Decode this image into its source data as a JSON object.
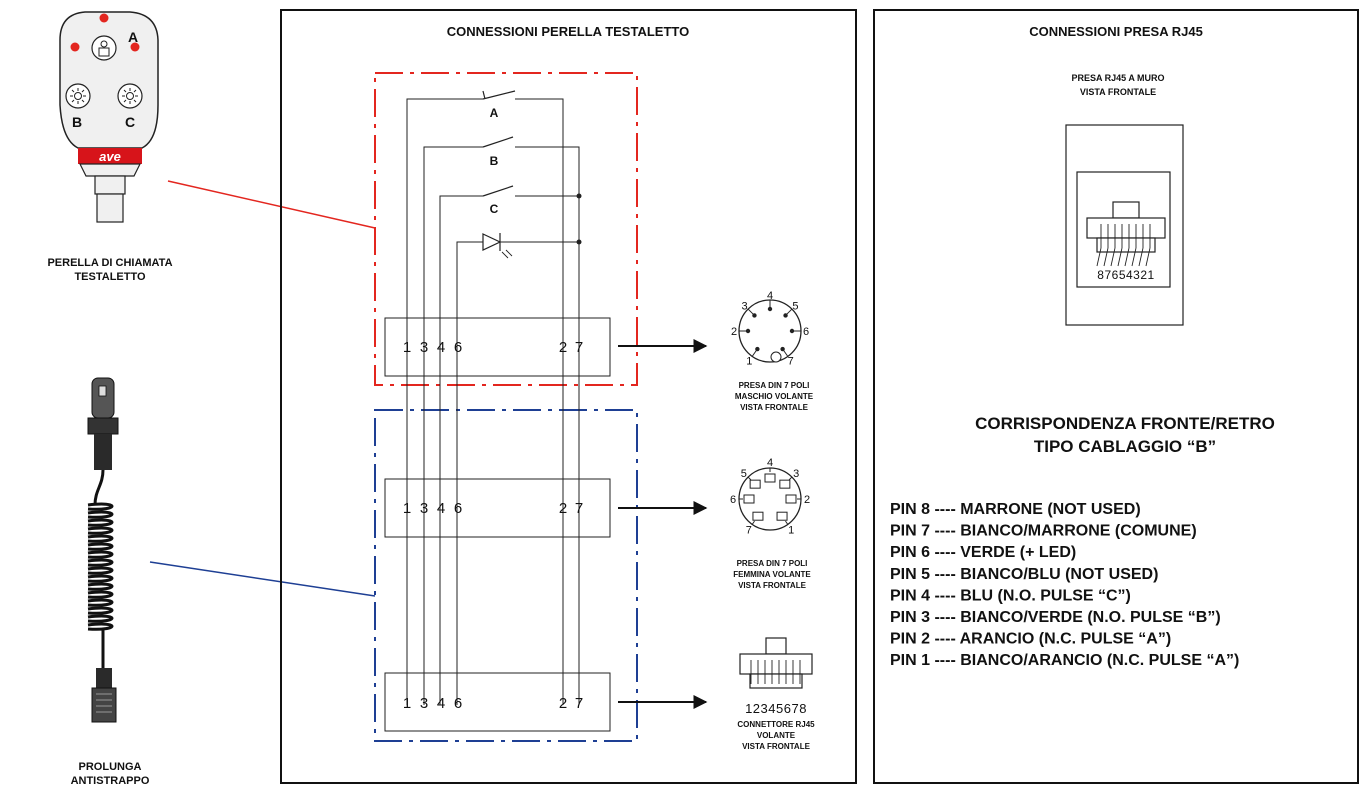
{
  "colors": {
    "red": "#e3261f",
    "blue": "#1e3f94",
    "line": "#222222",
    "ave_red": "#d7141a"
  },
  "icons": [
    "bed-light-icon",
    "sun-icon",
    "led-diode-icon",
    "din-plug-icon",
    "rj45-connector-icon"
  ],
  "left": {
    "pushbutton": {
      "btn_a": "A",
      "btn_b": "B",
      "btn_c": "C",
      "brand": "ave"
    },
    "pushbutton_caption": [
      "PERELLA DI CHIAMATA",
      "TESTALETTO"
    ],
    "cable_caption": [
      "PROLUNGA",
      "ANTISTRAPPO"
    ]
  },
  "middle": {
    "title": "CONNESSIONI PERELLA TESTALETTO",
    "switches": [
      "A",
      "B",
      "C"
    ],
    "terminals_left": [
      "1",
      "3",
      "4",
      "6"
    ],
    "terminals_right": [
      "2",
      "7"
    ],
    "din_male": {
      "pins": [
        "1",
        "2",
        "3",
        "4",
        "5",
        "6",
        "7"
      ],
      "caption": [
        "PRESA DIN 7 POLI",
        "MASCHIO VOLANTE",
        "VISTA FRONTALE"
      ]
    },
    "din_female": {
      "pins": [
        "1",
        "2",
        "3",
        "4",
        "5",
        "6",
        "7"
      ],
      "caption": [
        "PRESA DIN 7 POLI",
        "FEMMINA VOLANTE",
        "VISTA FRONTALE"
      ]
    },
    "rj45_plug": {
      "pins": "12345678",
      "caption": [
        "CONNETTORE RJ45",
        "VOLANTE",
        "VISTA FRONTALE"
      ]
    }
  },
  "right": {
    "title": "CONNESSIONI PRESA RJ45",
    "socket_caption": [
      "PRESA RJ45 A MURO",
      "VISTA FRONTALE"
    ],
    "socket_pins": "87654321",
    "corr_title": [
      "CORRISPONDENZA FRONTE/RETRO",
      "TIPO CABLAGGIO “B”"
    ],
    "pins": [
      "PIN 8 ---- MARRONE (NOT USED)",
      "PIN 7 ---- BIANCO/MARRONE (COMUNE)",
      "PIN 6 ---- VERDE (+ LED)",
      "PIN 5 ---- BIANCO/BLU (NOT USED)",
      "PIN 4 ---- BLU (N.O. PULSE “C”)",
      "PIN 3 ---- BIANCO/VERDE (N.O. PULSE “B”)",
      "PIN 2 ---- ARANCIO (N.C. PULSE “A”)",
      "PIN 1 ---- BIANCO/ARANCIO (N.C. PULSE “A”)"
    ]
  }
}
